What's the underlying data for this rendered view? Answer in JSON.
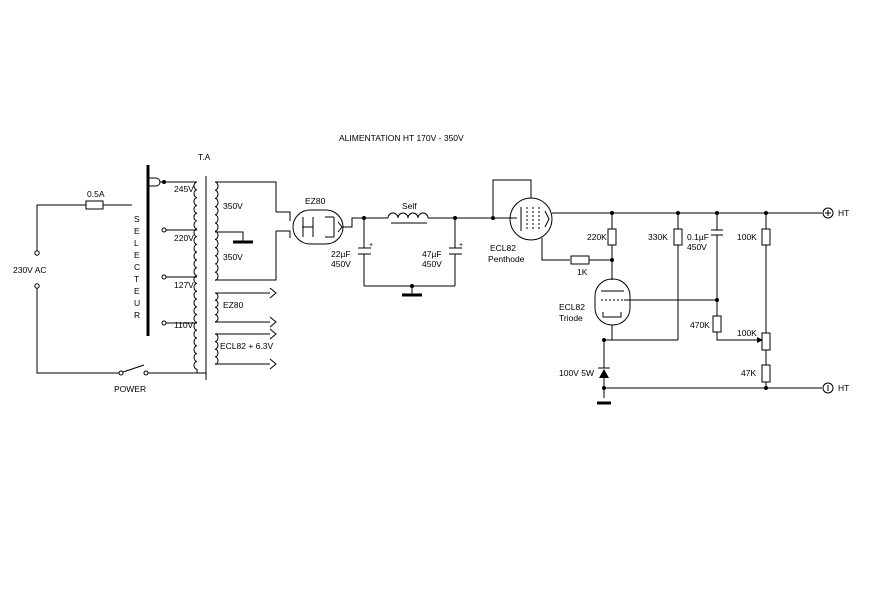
{
  "title": "ALIMENTATION HT 170V - 350V",
  "mains": {
    "label": "230V AC",
    "fuse": "0.5A",
    "switch": "POWER"
  },
  "selector": {
    "letters": [
      "S",
      "E",
      "L",
      "E",
      "C",
      "T",
      "E",
      "U",
      "R"
    ]
  },
  "transformer": {
    "name": "T.A",
    "primary_taps": [
      "245V",
      "220V",
      "127V",
      "110V"
    ],
    "secondaries": [
      "350V",
      "350V",
      "EZ80",
      "ECL82 + 6.3V"
    ]
  },
  "rectifier": {
    "name": "EZ80"
  },
  "filter": {
    "choke": "Self",
    "cap1": {
      "value": "22µF",
      "voltage": "450V"
    },
    "cap2": {
      "value": "47µF",
      "voltage": "450V"
    }
  },
  "pass_tube": {
    "name": "ECL82",
    "section": "Penthode"
  },
  "driver_tube": {
    "name": "ECL82",
    "section": "Triode"
  },
  "components": {
    "r_grid": "1K",
    "r_220k": "220K",
    "r_330k": "330K",
    "c_01": {
      "value": "0.1µF",
      "voltage": "450V"
    },
    "r_100k_top": "100K",
    "r_470k": "470K",
    "pot_100k": "100K",
    "r_47k": "47K",
    "zener": "100V 5W"
  },
  "outputs": {
    "positive": "HT",
    "negative": "HT"
  }
}
